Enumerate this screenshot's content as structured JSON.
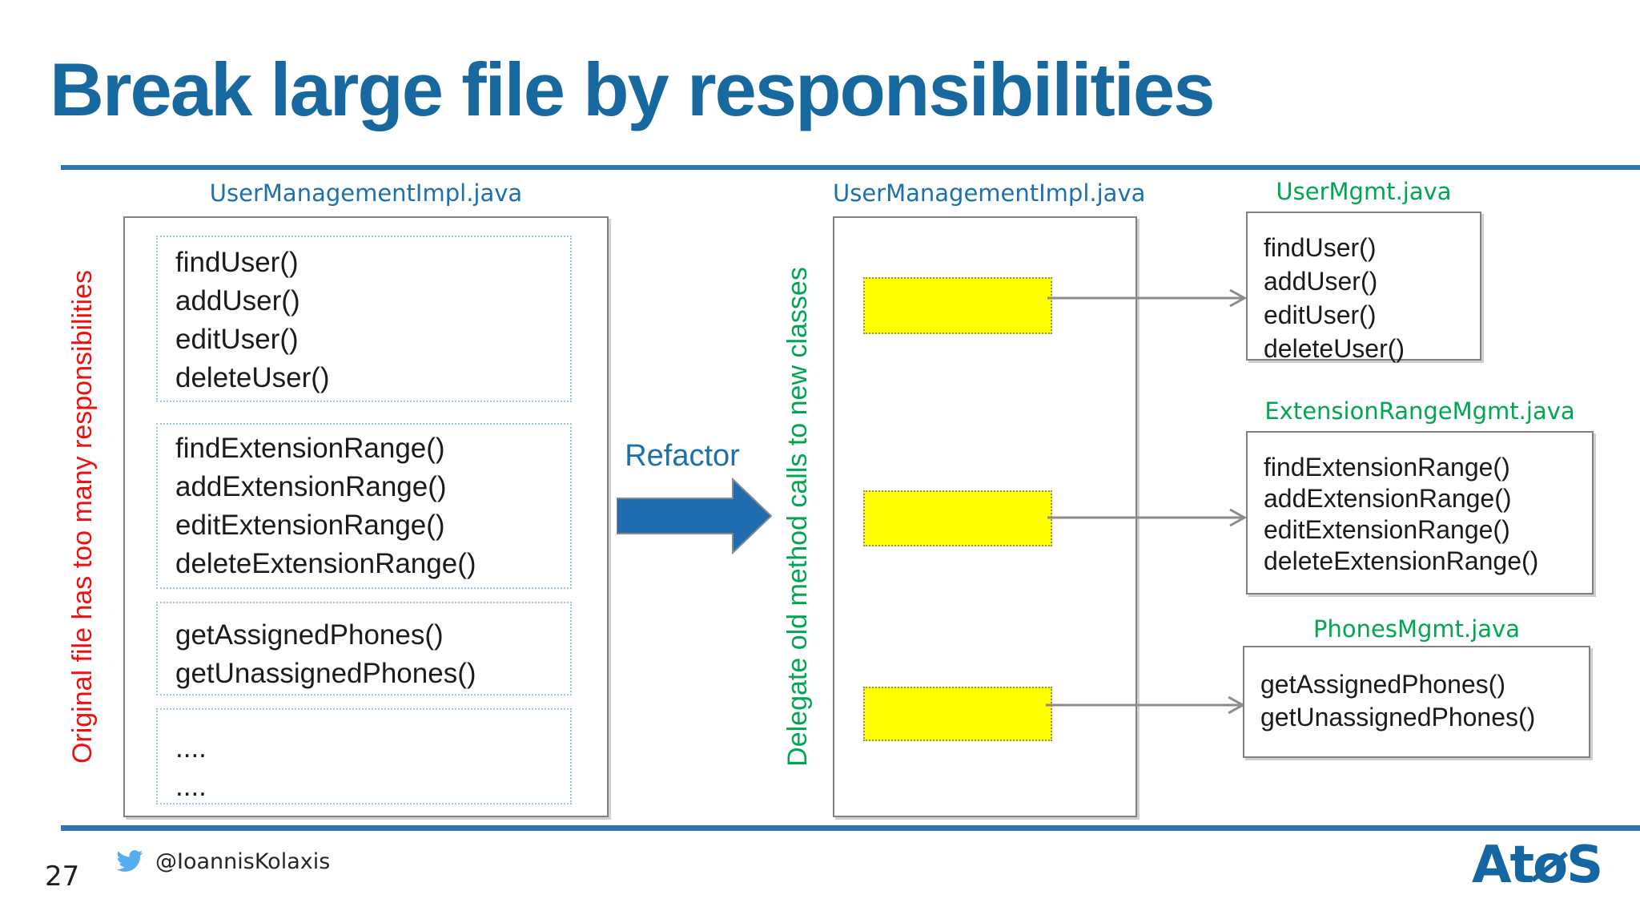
{
  "slide": {
    "title": "Break large file by responsibilities",
    "page_number": "27",
    "twitter_handle": "@IoannisKolaxis",
    "logo": {
      "part1": "At",
      "part2": "o",
      "part3": "S"
    },
    "accent_colors": {
      "title_blue": "#17689e",
      "header_blue": "#1c70ad",
      "label_green": "#00a651",
      "label_red": "#ee1111",
      "highlight_yellow": "#ffff00",
      "rule_blue": "#2e74b5",
      "arrow_blue": "#1f6cb0",
      "border_gray": "#808080",
      "twitter_blue": "#55acee",
      "atos_blue": "#1466a3"
    }
  },
  "left_panel": {
    "header": "UserManagementImpl.java",
    "side_label": "Original file has too many responsibilities",
    "groups": [
      {
        "methods": [
          "findUser()",
          "addUser()",
          "editUser()",
          "deleteUser()"
        ]
      },
      {
        "methods": [
          "findExtensionRange()",
          "addExtensionRange()",
          "editExtensionRange()",
          "deleteExtensionRange()"
        ]
      },
      {
        "methods": [
          "getAssignedPhones()",
          "getUnassignedPhones()"
        ]
      },
      {
        "methods": [
          "....",
          "...."
        ]
      }
    ]
  },
  "refactor": {
    "label": "Refactor"
  },
  "middle_panel": {
    "header": "UserManagementImpl.java",
    "side_label": "Delegate old method calls to new classes"
  },
  "right_panels": [
    {
      "header": "UserMgmt.java",
      "methods": [
        "findUser()",
        "addUser()",
        "editUser()",
        "deleteUser()"
      ]
    },
    {
      "header": "ExtensionRangeMgmt.java",
      "methods": [
        "findExtensionRange()",
        "addExtensionRange()",
        "editExtensionRange()",
        "deleteExtensionRange()"
      ]
    },
    {
      "header": "PhonesMgmt.java",
      "methods": [
        "getAssignedPhones()",
        "getUnassignedPhones()"
      ]
    }
  ]
}
